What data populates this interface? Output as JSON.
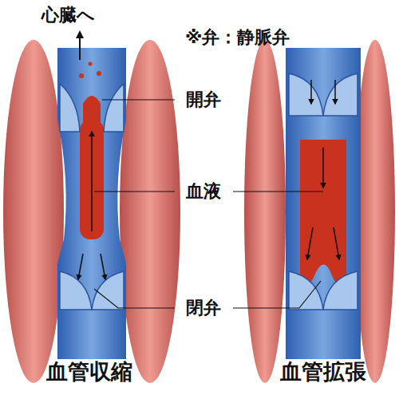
{
  "diagram": {
    "labels": [
      "心臓へ",
      "※弁：静脈弁",
      "開弁",
      "血液",
      "閉弁",
      "血管収縮",
      "血管拡張"
    ]
  }
}
